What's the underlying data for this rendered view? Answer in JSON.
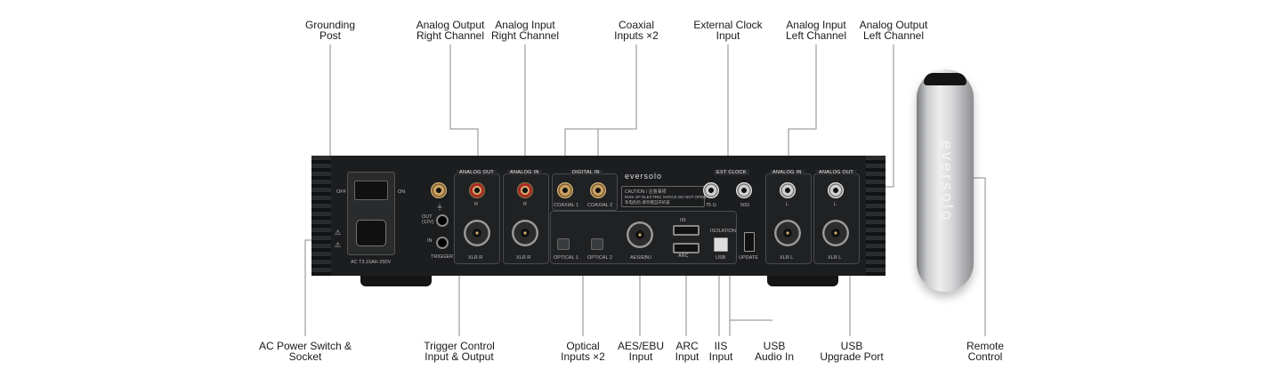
{
  "callouts_top": [
    {
      "id": "grounding",
      "lines": [
        "Grounding",
        "Post"
      ]
    },
    {
      "id": "analog-out-right",
      "lines": [
        "Analog Output",
        "Right Channel"
      ]
    },
    {
      "id": "analog-in-right",
      "lines": [
        "Analog Input",
        "Right Channel"
      ]
    },
    {
      "id": "coaxial",
      "lines": [
        "Coaxial",
        "Inputs ×2"
      ]
    },
    {
      "id": "ext-clock",
      "lines": [
        "External Clock",
        "Input"
      ]
    },
    {
      "id": "analog-in-left",
      "lines": [
        "Analog Input",
        "Left Channel"
      ]
    },
    {
      "id": "analog-out-left",
      "lines": [
        "Analog Output",
        "Left Channel"
      ]
    }
  ],
  "callouts_bottom": [
    {
      "id": "ac-power",
      "lines": [
        "AC Power Switch &",
        "Socket"
      ]
    },
    {
      "id": "trigger",
      "lines": [
        "Trigger Control",
        "Input & Output"
      ]
    },
    {
      "id": "optical",
      "lines": [
        "Optical",
        "Inputs ×2"
      ]
    },
    {
      "id": "aes-ebu",
      "lines": [
        "AES/EBU",
        "Input"
      ]
    },
    {
      "id": "arc",
      "lines": [
        "ARC",
        "Input"
      ]
    },
    {
      "id": "iis",
      "lines": [
        "IIS",
        "Input"
      ]
    },
    {
      "id": "usb-audio",
      "lines": [
        "USB",
        "Audio In"
      ]
    },
    {
      "id": "usb-upgrade",
      "lines": [
        "USB",
        "Upgrade Port"
      ]
    },
    {
      "id": "remote",
      "lines": [
        "Remote",
        "Control"
      ]
    }
  ],
  "panel": {
    "brand": "eversolo",
    "tag_analog_out_r": "ANALOG OUT",
    "tag_analog_in_r": "ANALOG IN",
    "tag_digital_in": "DIGITAL IN",
    "tag_ext_clock": "EXT CLOCK",
    "tag_analog_in_l": "ANALOG IN",
    "tag_analog_out_l": "ANALOG OUT",
    "off": "OFF",
    "on": "ON",
    "ac_label": "AC  T3.15AH 250V",
    "out_12v": "OUT\n(12V)",
    "in": "IN",
    "trigger": "TRIGGER",
    "r": "R",
    "l": "L",
    "xlr_r": "XLR R",
    "xlr_l": "XLR L",
    "coaxial1": "COAXIAL 1",
    "coaxial2": "COAXIAL 2",
    "optical1": "OPTICAL 1",
    "optical2": "OPTICAL 2",
    "aes_ebu": "AES/EBU",
    "iis": "IIS",
    "arc": "ARC",
    "isolation": "ISOLATION",
    "usb": "USB",
    "update": "UPDATE",
    "ohm75": "75 Ω",
    "ohm50": "50Ω",
    "caution_title": "CAUTION / 注意事项",
    "caution_text": "RISK OF ELECTRIC SHOCK DO NOT OPEN",
    "caution_cn": "有电危险,请勿擅自开机盖"
  },
  "remote": {
    "brand": "eversolo"
  }
}
